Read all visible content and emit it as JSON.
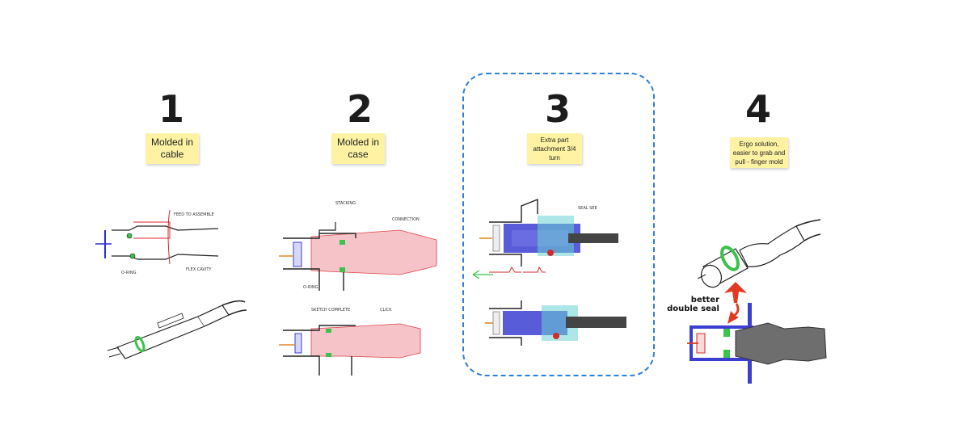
{
  "concepts": [
    {
      "number": "1",
      "note": [
        "Molded in",
        "cable"
      ]
    },
    {
      "number": "2",
      "note": [
        "Molded in",
        "case"
      ]
    },
    {
      "number": "3",
      "note": [
        "Extra part",
        "attachment 3/4",
        "turn"
      ],
      "highlighted": true
    },
    {
      "number": "4",
      "note": [
        "Ergo solution,",
        "easier to grab and",
        "pull - finger mold"
      ]
    }
  ],
  "callouts": {
    "seal": [
      "better",
      "double seal"
    ]
  },
  "colors": {
    "note": "#fff3a3",
    "frame": "#2e7fd9",
    "seal": "#39c34a",
    "case_fill": "#f6c3c9",
    "part_blue": "#3b3fd1",
    "arrow_red": "#e23a22"
  }
}
